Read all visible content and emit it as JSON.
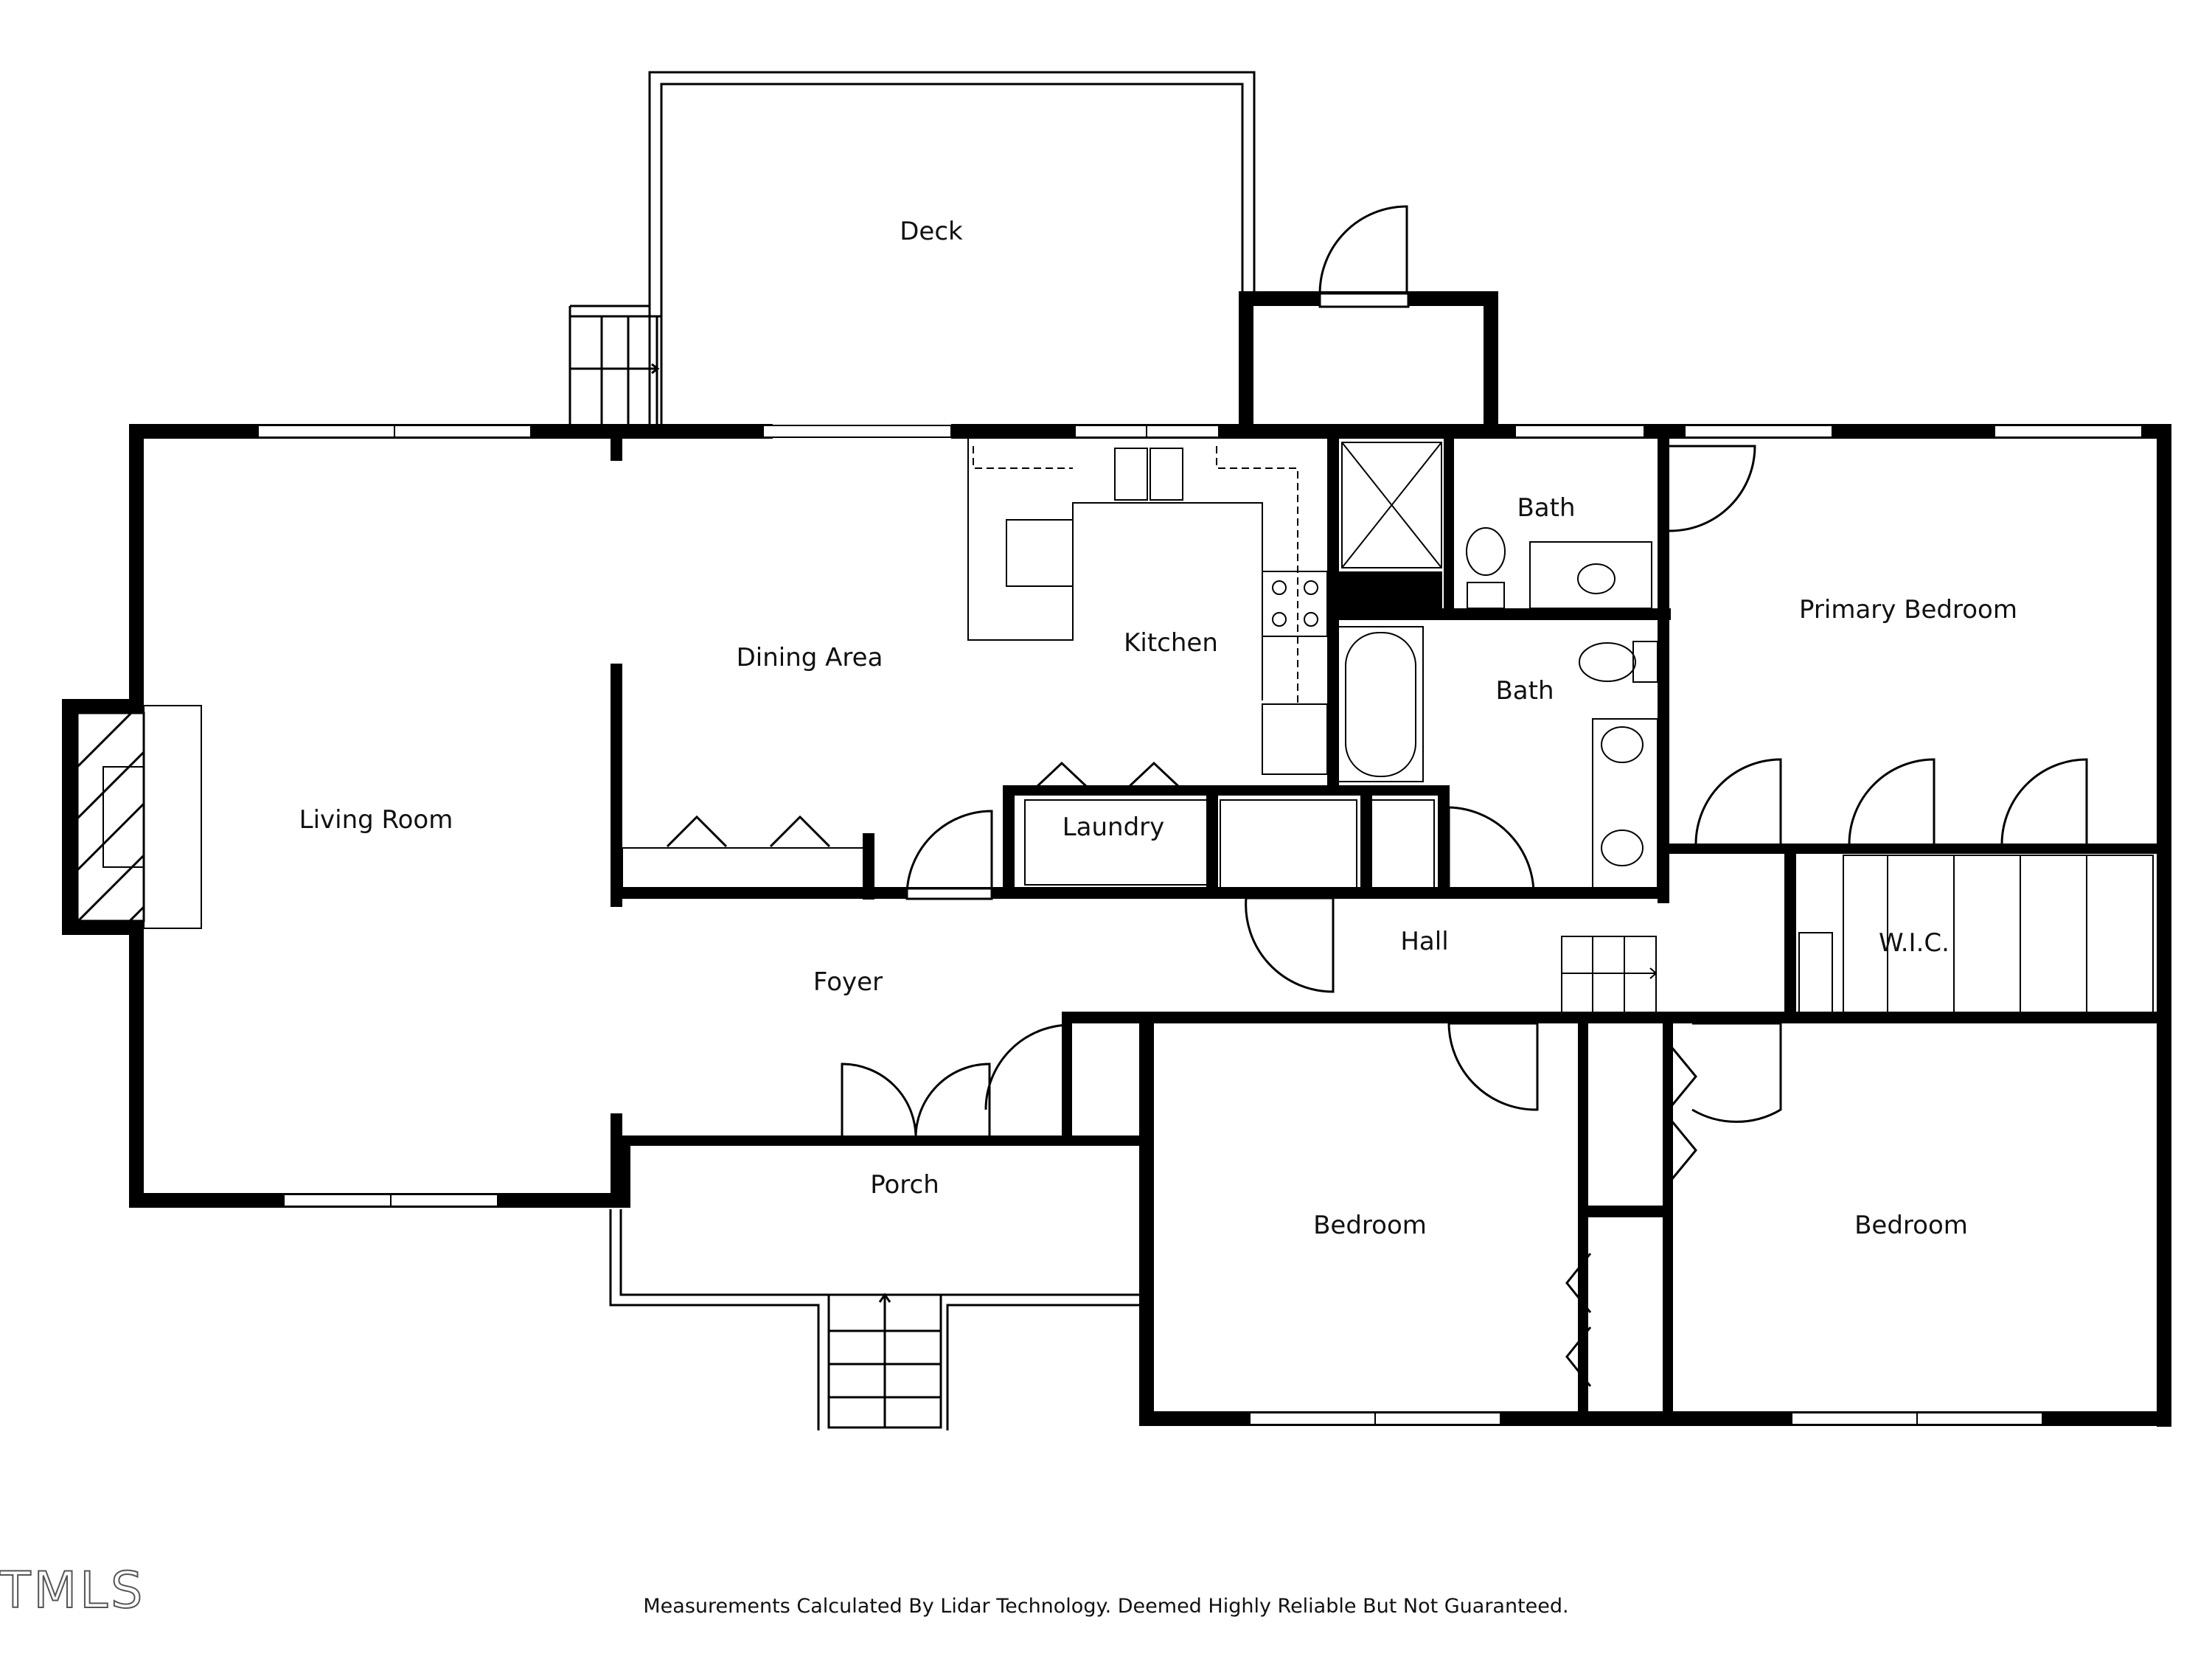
{
  "rooms": {
    "deck": "Deck",
    "living_room": "Living Room",
    "dining_area": "Dining Area",
    "kitchen": "Kitchen",
    "bath_upper": "Bath",
    "bath_lower": "Bath",
    "primary_bedroom": "Primary Bedroom",
    "laundry": "Laundry",
    "foyer": "Foyer",
    "hall": "Hall",
    "wic": "W.I.C.",
    "porch": "Porch",
    "bedroom_left": "Bedroom",
    "bedroom_right": "Bedroom"
  },
  "footer": {
    "disclaimer": "Measurements Calculated By Lidar Technology. Deemed Highly Reliable But Not Guaranteed."
  },
  "watermark": {
    "text": "TMLS"
  },
  "colors": {
    "wall": "#000000",
    "line": "#000000",
    "background": "#ffffff"
  }
}
